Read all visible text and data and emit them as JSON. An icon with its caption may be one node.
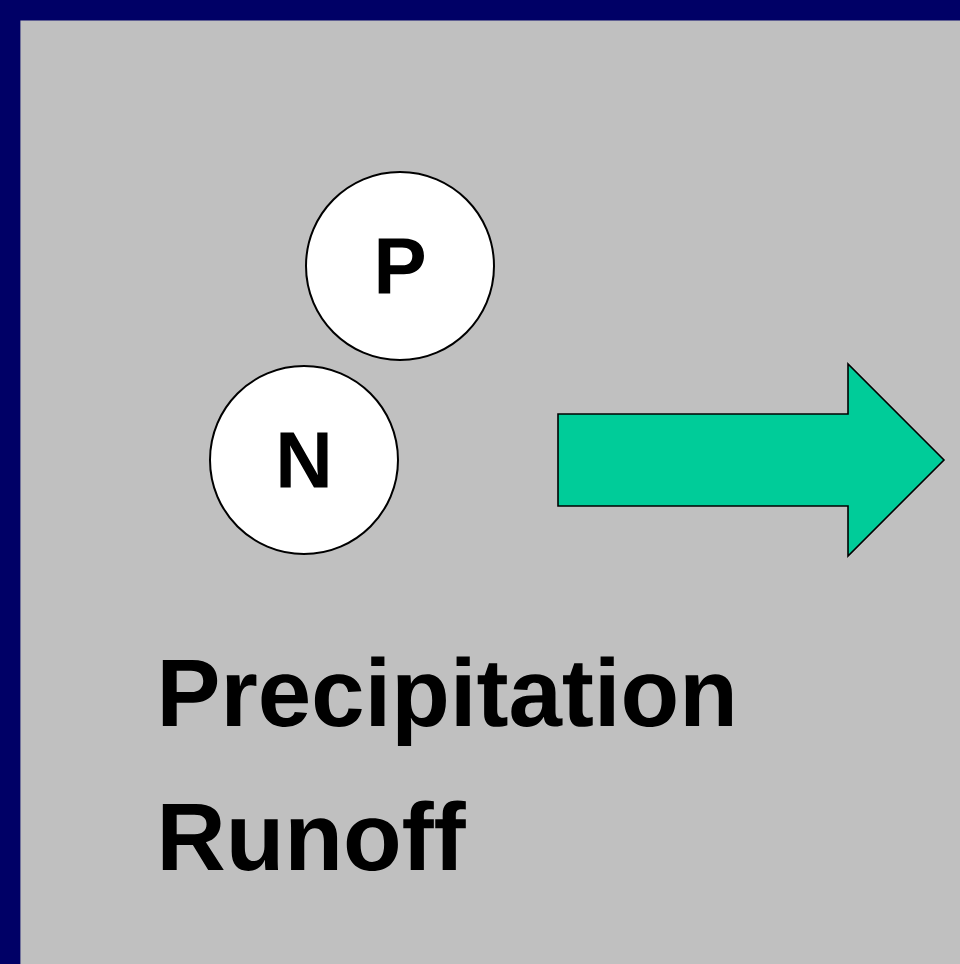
{
  "diagram": {
    "nodes": [
      {
        "text": [
          "Precipitation Runoff"
        ]
      },
      {
        "text": [
          "P"
        ],
        "in": 0
      },
      {
        "text": [
          "N"
        ],
        "in": 0
      }
    ]
  }
}
